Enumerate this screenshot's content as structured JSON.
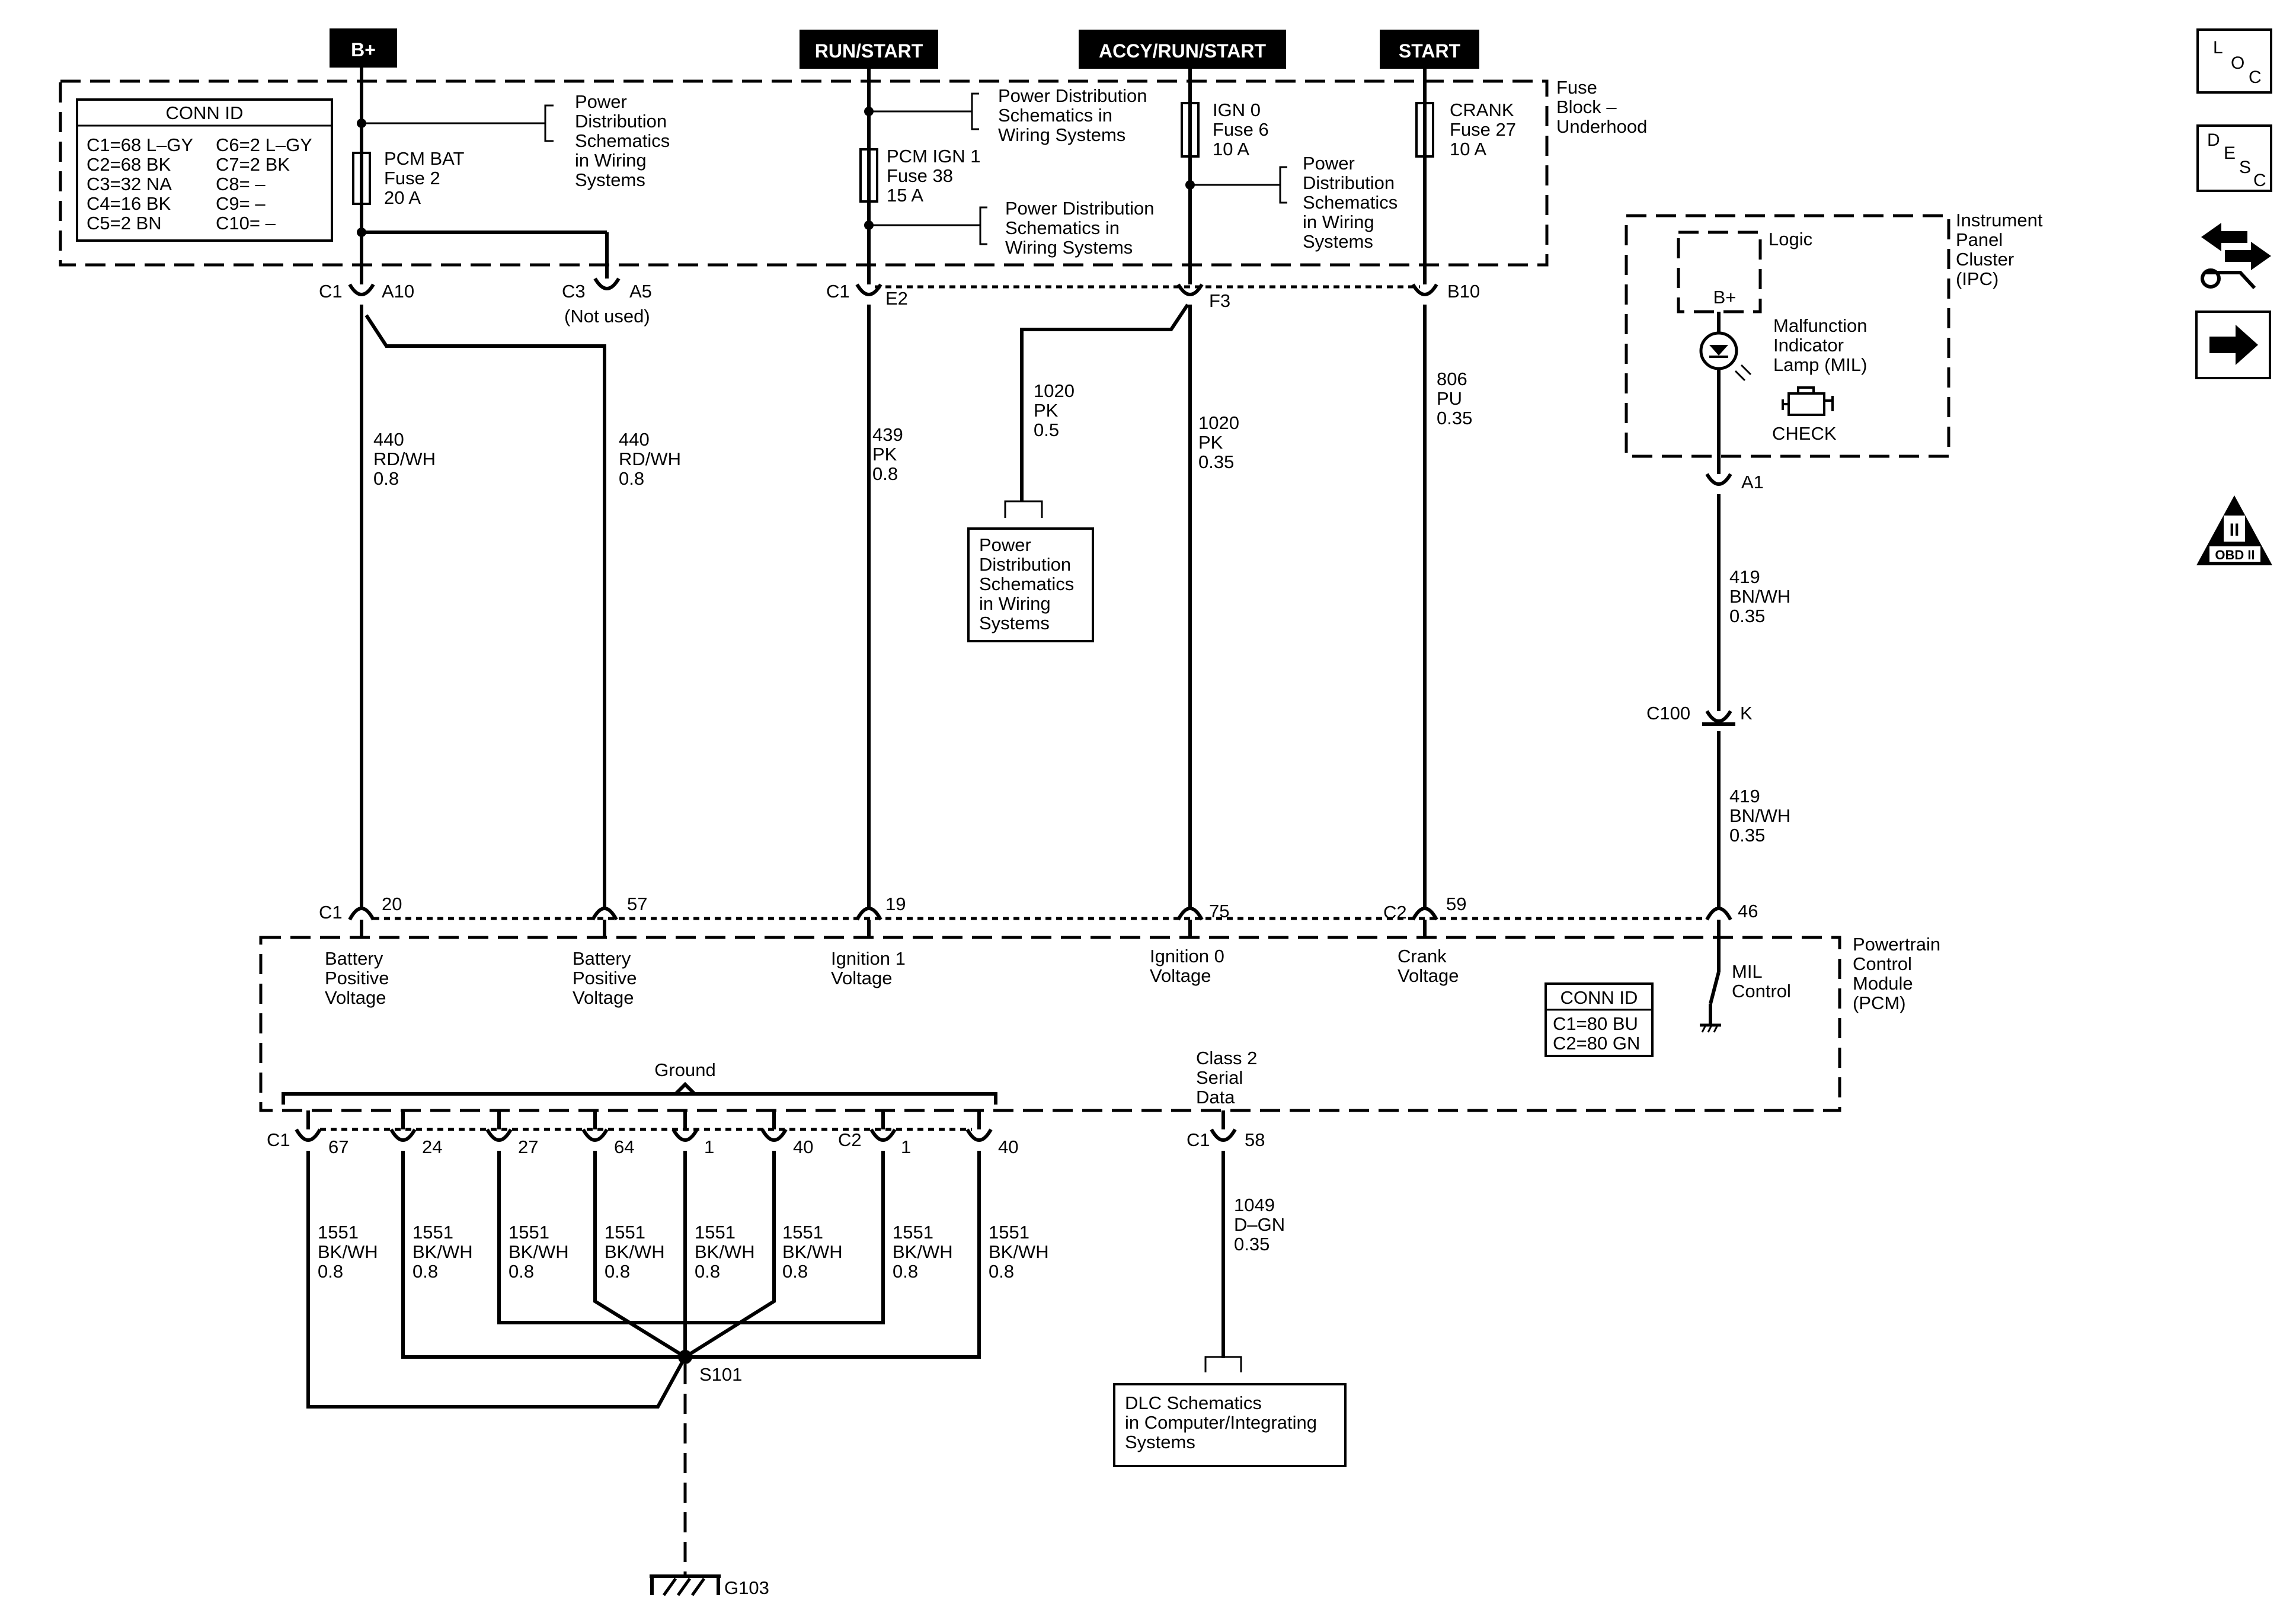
{
  "colors": {
    "line": "#000000",
    "background": "#ffffff"
  },
  "power_headers": {
    "bplus": "B+",
    "run_start": "RUN/START",
    "accy_run_start": "ACCY/RUN/START",
    "start": "START"
  },
  "fuse_block": {
    "title": [
      "Fuse",
      "Block –",
      "Underhood"
    ]
  },
  "conn_id_fuse": {
    "title": "CONN ID",
    "rows": [
      [
        "C1=68 L–GY",
        "C6=2 L–GY"
      ],
      [
        "C2=68 BK",
        "C7=2 BK"
      ],
      [
        "C3=32 NA",
        "C8= –"
      ],
      [
        "C4=16 BK",
        "C9= –"
      ],
      [
        "C5=2 BN",
        "C10= –"
      ]
    ]
  },
  "refs": {
    "pd1": [
      "Power",
      "Distribution",
      "Schematics",
      "in Wiring",
      "Systems"
    ],
    "pd2": [
      "Power Distribution",
      "Schematics in",
      "Wiring Systems"
    ],
    "pd3": [
      "Power Distribution",
      "Schematics in",
      "Wiring Systems"
    ],
    "pd4": [
      "Power",
      "Distribution",
      "Schematics",
      "in Wiring",
      "Systems"
    ],
    "pd_box": [
      "Power",
      "Distribution",
      "Schematics",
      "in Wiring",
      "Systems"
    ],
    "dlc_box": [
      "DLC Schematics",
      "in Computer/Integrating",
      "Systems"
    ]
  },
  "fuses": {
    "pcm_bat": [
      "PCM BAT",
      "Fuse 2",
      "20 A"
    ],
    "pcm_ign1": [
      "PCM IGN 1",
      "Fuse 38",
      "15 A"
    ],
    "ign0": [
      "IGN 0",
      "Fuse 6",
      "10 A"
    ],
    "crank": [
      "CRANK",
      "Fuse 27",
      "10 A"
    ]
  },
  "fuse_connectors": {
    "c1_a10": "C1",
    "a10": "A10",
    "c3": "C3",
    "a5": "A5",
    "not_used": "(Not used)",
    "c1_e2": "C1",
    "e2": "E2",
    "f3": "F3",
    "b10": "B10"
  },
  "wires": {
    "w440a": [
      "440",
      "RD/WH",
      "0.8"
    ],
    "w440b": [
      "440",
      "RD/WH",
      "0.8"
    ],
    "w439": [
      "439",
      "PK",
      "0.8"
    ],
    "w1020a": [
      "1020",
      "PK",
      "0.5"
    ],
    "w1020b": [
      "1020",
      "PK",
      "0.35"
    ],
    "w806": [
      "806",
      "PU",
      "0.35"
    ],
    "w419a": [
      "419",
      "BN/WH",
      "0.35"
    ],
    "w419b": [
      "419",
      "BN/WH",
      "0.35"
    ],
    "w1049": [
      "1049",
      "D–GN",
      "0.35"
    ],
    "w1551": [
      "1551",
      "BK/WH",
      "0.8"
    ]
  },
  "ipc": {
    "title": [
      "Instrument",
      "Panel",
      "Cluster",
      "(IPC)"
    ],
    "logic": "Logic",
    "bplus": "B+",
    "mil": [
      "Malfunction",
      "Indicator",
      "Lamp (MIL)"
    ],
    "check": "CHECK",
    "a1": "A1",
    "c100": "C100",
    "k": "K"
  },
  "pcm": {
    "title": [
      "Powertrain",
      "Control",
      "Module",
      "(PCM)"
    ],
    "pins_top": {
      "c1": "C1",
      "p20": "20",
      "p57": "57",
      "p19": "19",
      "p75": "75",
      "c2": "C2",
      "p59": "59",
      "p46": "46"
    },
    "bat_pos1": [
      "Battery",
      "Positive",
      "Voltage"
    ],
    "bat_pos2": [
      "Battery",
      "Positive",
      "Voltage"
    ],
    "ign1": [
      "Ignition 1",
      "Voltage"
    ],
    "ign0": [
      "Ignition 0",
      "Voltage"
    ],
    "crank": [
      "Crank",
      "Voltage"
    ],
    "mil_ctrl": [
      "MIL",
      "Control"
    ],
    "ground": "Ground",
    "class2": [
      "Class 2",
      "Serial",
      "Data"
    ],
    "conn_id": {
      "title": "CONN ID",
      "rows": [
        "C1=80 BU",
        "C2=80 GN"
      ]
    },
    "ground_pins": {
      "c1": "C1",
      "c2": "C2",
      "labels": [
        "67",
        "24",
        "27",
        "64",
        "1",
        "40",
        "1",
        "40"
      ]
    },
    "c1_58": "C1",
    "p58": "58"
  },
  "splice": "S101",
  "ground_ref": "G103",
  "nav_icons": {
    "loc": [
      "L",
      "O",
      "C"
    ],
    "desc": [
      "D",
      "E",
      "S",
      "C"
    ],
    "obd": [
      "II",
      "OBD II"
    ]
  }
}
